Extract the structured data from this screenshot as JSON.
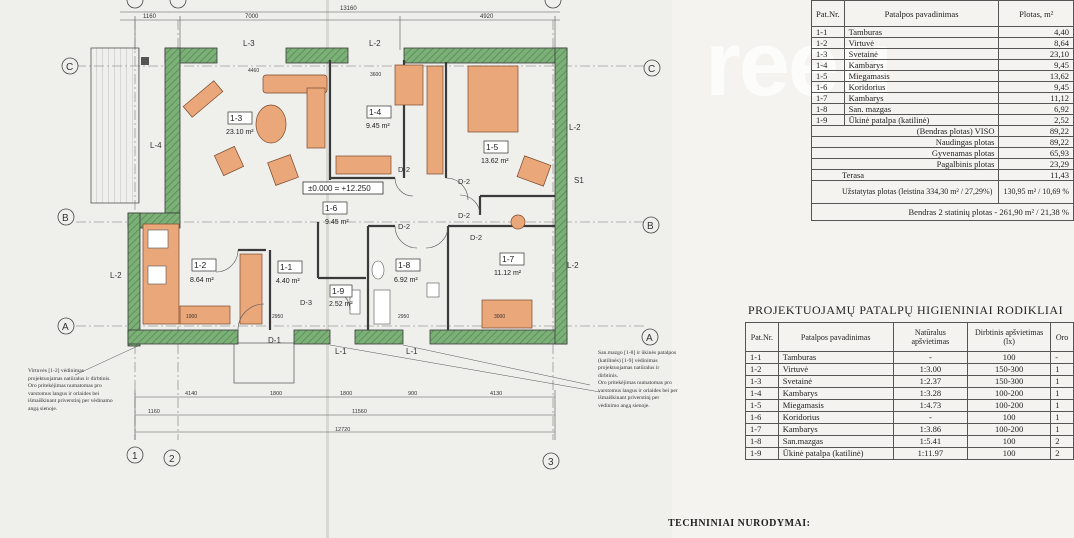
{
  "plan": {
    "rooms": [
      {
        "id": "1-1",
        "area": "4.40 m²"
      },
      {
        "id": "1-2",
        "area": "8.64 m²"
      },
      {
        "id": "1-3",
        "area": "23.10 m²"
      },
      {
        "id": "1-4",
        "area": "9.45 m²"
      },
      {
        "id": "1-5",
        "area": "13.62 m²"
      },
      {
        "id": "1-6",
        "area": "9.45 m²"
      },
      {
        "id": "1-7",
        "area": "11.12 m²"
      },
      {
        "id": "1-8",
        "area": "6.92 m²"
      },
      {
        "id": "1-9",
        "area": "2.52 m²"
      }
    ],
    "level": "±0.000 = +12.250",
    "axes": {
      "c": "C",
      "b": "B",
      "a": "A",
      "n1": "1",
      "n2": "2",
      "n3": "3"
    },
    "labels": {
      "l3": "L-3",
      "l2": "L-2",
      "l4": "L-4",
      "l1": "L-1",
      "d1": "D-1",
      "d2": "D-2",
      "d3": "D-3",
      "s1": "S1"
    },
    "dims": {
      "top_a": "1160",
      "top_b": "7000",
      "top_c": "4920",
      "top_total": "13160",
      "bot_a": "4140",
      "bot_b": "1800",
      "bot_c": "1800",
      "bot_d": "900",
      "bot_e": "4130",
      "bot_f": "1160",
      "bot_g": "11560",
      "bot_h": "12720",
      "inner_a": "4460",
      "inner_b": "3600",
      "inner_c": "2950",
      "inner_d": "2950",
      "inner_e": "1900",
      "inner_f": "3000"
    },
    "note_left": [
      "Virtuvės [1-2] vėdinimas",
      "projektuojamas natūralus ir dirbtinis.",
      "Oro pritekėjimas numatomas pro",
      "varstomus langus ir orlaides bei",
      "išmaiškinant priverstinį per vėdinamo",
      "angą sienoje."
    ],
    "note_right": [
      "San.mazgo [1-8] ir ūkinės patalpos",
      "(katilinės) [1-9] vėdinimas",
      "projektuojamas natūralus ir dirbtinis.",
      "Oro pritekėjimas numatomas pro",
      "varstomus langus ir orlaides bei per",
      "išmaiškinant priverstinį per",
      "vėdinimo angą sienoje."
    ]
  },
  "watermark": "reeu",
  "summary_table": {
    "headers": {
      "nr": "Pat.Nr.",
      "name": "Patalpos pavadinimas",
      "area": "Plotas, m²"
    },
    "rows": [
      {
        "nr": "1-1",
        "name": "Tamburas",
        "area": "4,40"
      },
      {
        "nr": "1-2",
        "name": "Virtuvė",
        "area": "8,64"
      },
      {
        "nr": "1-3",
        "name": "Svetainė",
        "area": "23,10"
      },
      {
        "nr": "1-4",
        "name": "Kambarys",
        "area": "9,45"
      },
      {
        "nr": "1-5",
        "name": "Miegamasis",
        "area": "13,62"
      },
      {
        "nr": "1-6",
        "name": "Koridorius",
        "area": "9,45"
      },
      {
        "nr": "1-7",
        "name": "Kambarys",
        "area": "11,12"
      },
      {
        "nr": "1-8",
        "name": "San. mazgas",
        "area": "6,92"
      },
      {
        "nr": "1-9",
        "name": "Ūkinė patalpa (katilinė)",
        "area": "2,52"
      }
    ],
    "totals": [
      {
        "label": "(Bendras plotas) VISO",
        "value": "89,22"
      },
      {
        "label": "Naudingas plotas",
        "value": "89,22"
      },
      {
        "label": "Gyvenamas plotas",
        "value": "65,93"
      },
      {
        "label": "Pagalbinis plotas",
        "value": "23,29"
      }
    ],
    "terrace": {
      "label": "Terasa",
      "value": "11,43"
    },
    "built": {
      "label": "Užstatytas plotas (leistina 334,30 m² / 27,29%)",
      "value": "130,95 m² / 10,69 %"
    },
    "overall": "Bendras 2 statinių plotas - 261,90 m² / 21,38 %"
  },
  "hygiene_table": {
    "title": "PROJEKTUOJAMŲ PATALPŲ HIGIENINIAI RODIKLIAI",
    "headers": {
      "nr": "Pat.Nr.",
      "name": "Patalpos pavadinimas",
      "natural": "Natūralus apšvietimas",
      "artificial": "Dirbtinis apšvietimas (lx)",
      "extra": "Oro"
    },
    "rows": [
      {
        "nr": "1-1",
        "name": "Tamburas",
        "natural": "-",
        "artificial": "100",
        "extra": "-"
      },
      {
        "nr": "1-2",
        "name": "Virtuvė",
        "natural": "1:3.00",
        "artificial": "150-300",
        "extra": "1"
      },
      {
        "nr": "1-3",
        "name": "Svetainė",
        "natural": "1:2.37",
        "artificial": "150-300",
        "extra": "1"
      },
      {
        "nr": "1-4",
        "name": "Kambarys",
        "natural": "1:3.28",
        "artificial": "100-200",
        "extra": "1"
      },
      {
        "nr": "1-5",
        "name": "Miegamasis",
        "natural": "1:4.73",
        "artificial": "100-200",
        "extra": "1"
      },
      {
        "nr": "1-6",
        "name": "Koridorius",
        "natural": "-",
        "artificial": "100",
        "extra": "1"
      },
      {
        "nr": "1-7",
        "name": "Kambarys",
        "natural": "1:3.86",
        "artificial": "100-200",
        "extra": "1"
      },
      {
        "nr": "1-8",
        "name": "San.mazgas",
        "natural": "1:5.41",
        "artificial": "100",
        "extra": "2"
      },
      {
        "nr": "1-9",
        "name": "Ūkinė patalpa (katilinė)",
        "natural": "1:11.97",
        "artificial": "100",
        "extra": "2"
      }
    ]
  },
  "footer_heading": "TECHNINIAI NURODYMAI:",
  "colors": {
    "wall": "#6fa56b",
    "furniture": "#e9a77a",
    "line": "#3a3a3a",
    "paper": "#efefec"
  }
}
